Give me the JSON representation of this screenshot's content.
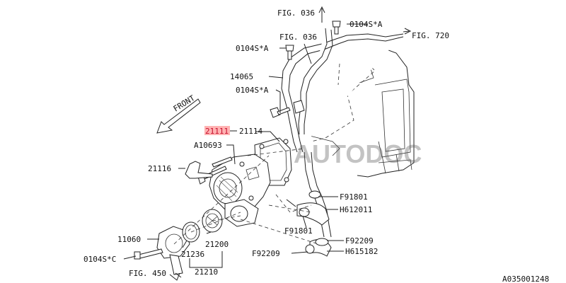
{
  "diagram": {
    "catalog_id": "A035001248",
    "front_label": "FRONT",
    "brand_watermark": "AUTODOC",
    "highlight_color": "#ffb3b3",
    "callouts": {
      "fig036_top": "FIG. 036",
      "fig036_mid": "FIG. 036",
      "fig720": "FIG. 720",
      "bolt_a_top": "0104S*A",
      "bolt_a_mid": "0104S*A",
      "bolt_a_low": "0104S*A",
      "hose_14065": "14065",
      "pump_21111": "21111",
      "gasket_21114": "21114",
      "a10693": "A10693",
      "pipe_21116": "21116",
      "f91801_top": "F91801",
      "h612011": "H612011",
      "f91801_low": "F91801",
      "f92209_r": "F92209",
      "h615182": "H615182",
      "f92209_l": "F92209",
      "cover_11060": "11060",
      "bolt_c": "0104S*C",
      "t_21236": "21236",
      "t_21200": "21200",
      "t_21210": "21210",
      "fig450": "FIG. 450"
    }
  }
}
